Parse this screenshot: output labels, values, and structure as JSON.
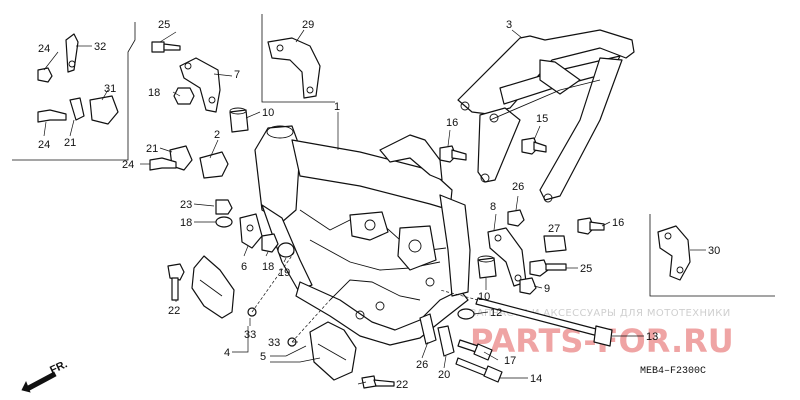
{
  "diagram": {
    "callouts": {
      "n1": "1",
      "n2": "2",
      "n3": "3",
      "n4": "4",
      "n5": "5",
      "n6": "6",
      "n7": "7",
      "n8": "8",
      "n9": "9",
      "n10a": "10",
      "n10b": "10",
      "n12": "12",
      "n13": "13",
      "n14": "14",
      "n15": "15",
      "n16a": "16",
      "n16b": "16",
      "n17": "17",
      "n18a": "18",
      "n18b": "18",
      "n18c": "18",
      "n19": "19",
      "n20": "20",
      "n21a": "21",
      "n21b": "21",
      "n22a": "22",
      "n22b": "22",
      "n23": "23",
      "n24a": "24",
      "n24b": "24",
      "n24c": "24",
      "n25a": "25",
      "n25b": "25",
      "n26a": "26",
      "n26b": "26",
      "n27": "27",
      "n29": "29",
      "n30": "30",
      "n31": "31",
      "n32": "32",
      "n33a": "33",
      "n33b": "33"
    },
    "direction_label": "FR.",
    "diagram_code": "MEB4–F2300C"
  },
  "watermark": {
    "tagline": "ЗАПЧАСТИ И АКСЕССУАРЫ ДЛЯ МОТОТЕХНИКИ",
    "brand": "PARTS-FOR.RU"
  }
}
